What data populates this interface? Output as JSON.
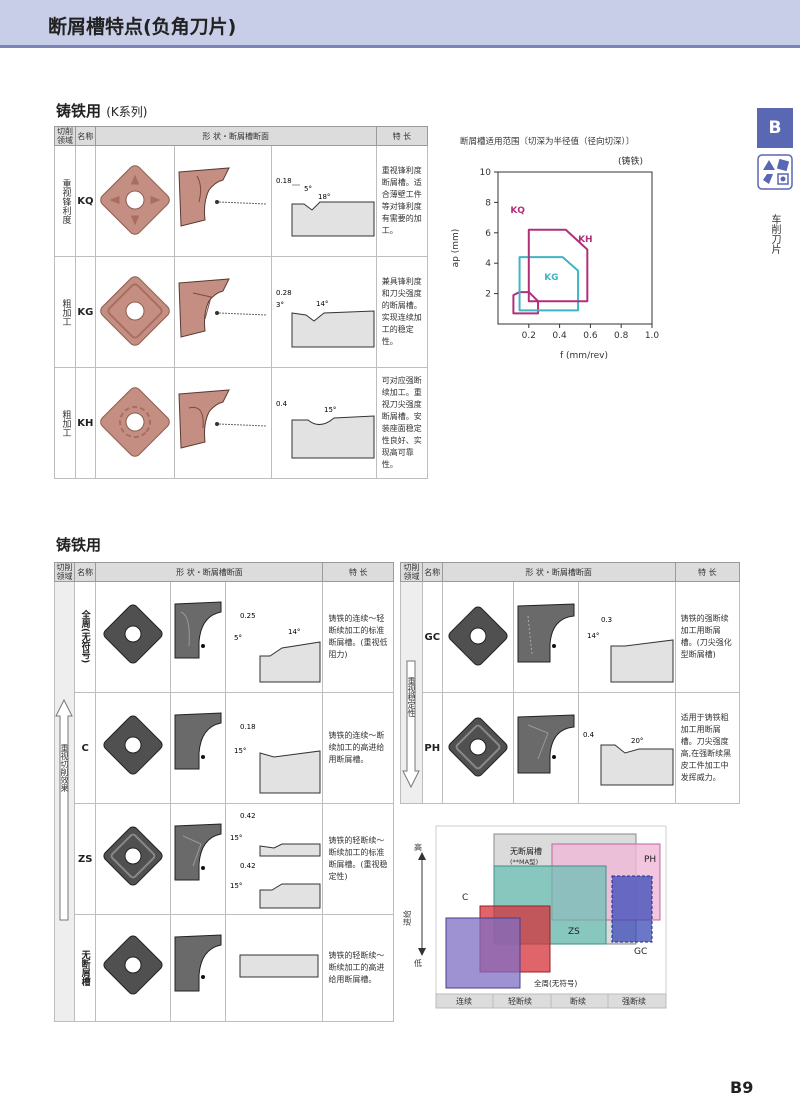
{
  "header": {
    "title": "断屑槽特点(负角刀片)"
  },
  "side_tab": {
    "letter": "B",
    "label": "车削刀片"
  },
  "page_number": "B9",
  "section1": {
    "title": "铸铁用",
    "subtitle": "(K系列)",
    "columns": {
      "area": "切削领域",
      "name": "名称",
      "shape": "形  状・断屑槽断面",
      "feature": "特  长"
    },
    "rows": [
      {
        "area": "重视锋利度",
        "code": "KQ",
        "dims": [
          "0.18",
          "5°",
          "18°"
        ],
        "desc": "重视锋利度断屑槽。适合薄壁工件等对锋利度有需要的加工。"
      },
      {
        "area": "粗加工",
        "code": "KG",
        "dims": [
          "0.28",
          "3°",
          "14°"
        ],
        "desc": "兼具锋利度和刀尖强度的断屑槽。实现连续加工的稳定性。"
      },
      {
        "area": "粗加工",
        "code": "KH",
        "dims": [
          "0.4",
          "15°"
        ],
        "desc": "可对应强断续加工。重视刀尖强度断屑槽。安装座面稳定性良好、实现高可靠性。"
      }
    ]
  },
  "chart_data": {
    "type": "area",
    "title": "断屑槽适用范围〔切深为半径值（径向切深）〕",
    "annotation": "(铸铁)",
    "xlabel": "f (mm/rev)",
    "ylabel": "ap (mm)",
    "xlim": [
      0,
      1.0
    ],
    "ylim": [
      0,
      10
    ],
    "xticks": [
      "0.2",
      "0.4",
      "0.6",
      "0.8",
      "1.0"
    ],
    "yticks": [
      "2",
      "4",
      "6",
      "8",
      "10"
    ],
    "series": [
      {
        "name": "KQ",
        "color": "#b0307a",
        "points": [
          [
            0.1,
            0.7
          ],
          [
            0.1,
            1.9
          ],
          [
            0.14,
            2.1
          ],
          [
            0.2,
            2.1
          ],
          [
            0.26,
            1.5
          ],
          [
            0.26,
            0.7
          ]
        ]
      },
      {
        "name": "KG",
        "color": "#3fb5c2",
        "points": [
          [
            0.14,
            0.9
          ],
          [
            0.14,
            4.4
          ],
          [
            0.42,
            4.4
          ],
          [
            0.52,
            3.5
          ],
          [
            0.52,
            0.9
          ]
        ]
      },
      {
        "name": "KH",
        "color": "#b0307a",
        "points": [
          [
            0.2,
            1.5
          ],
          [
            0.2,
            6.2
          ],
          [
            0.44,
            6.2
          ],
          [
            0.58,
            4.9
          ],
          [
            0.58,
            1.5
          ]
        ]
      }
    ]
  },
  "section2": {
    "title": "铸铁用",
    "columns": {
      "area": "切削领域",
      "name": "名称",
      "shape": "形  状・断屑槽断面",
      "feature": "特  长"
    },
    "left_axis_label": "重视切削效果",
    "left_rows": [
      {
        "code": "全周(无符号)",
        "dims": [
          "0.25",
          "5°",
          "14°"
        ],
        "desc": "铸铁的连续～轻断续加工的标准断屑槽。(重视低阻力)"
      },
      {
        "code": "C",
        "dims": [
          "0.18",
          "15°"
        ],
        "desc": "铸铁的连续～断续加工的高进给用断屑槽。"
      },
      {
        "code": "ZS",
        "dims": [
          "0.42",
          "15°",
          "0.42",
          "15°"
        ],
        "desc": "铸铁的轻断续～断续加工的标准断屑槽。(重视稳定性)"
      },
      {
        "code": "无断屑槽",
        "dims": [],
        "desc": "铸铁的轻断续～断续加工的高进给用断屑槽。"
      }
    ],
    "right_axis_label": "重视稳定性",
    "right_rows": [
      {
        "code": "GC",
        "dims": [
          "0.3",
          "14°"
        ],
        "desc": "铸铁的强断续加工用断屑槽。(刀尖强化型断屑槽)"
      },
      {
        "code": "PH",
        "dims": [
          "0.4",
          "20°"
        ],
        "desc": "适用于铸铁粗加工用断屑槽。刀尖强度高,在强断续黑皮工件加工中发挥威力。"
      }
    ]
  },
  "range_diagram": {
    "y_high": "高",
    "y_axis": "进给",
    "y_low": "低",
    "x_labels": [
      "连续",
      "轻断续",
      "断续",
      "强断续"
    ],
    "regions": [
      {
        "label": "无断屑槽",
        "sublabel": "(**MA型)",
        "color": "#9a9a9a"
      },
      {
        "label": "PH",
        "color": "#e38fc0"
      },
      {
        "label": "C",
        "color": "#e04a3a"
      },
      {
        "label": "ZS",
        "color": "#4fb6a8"
      },
      {
        "label": "GC",
        "color": "#3344aa"
      },
      {
        "label": "全周(无符号)",
        "color": "#6a5cb2"
      }
    ]
  }
}
